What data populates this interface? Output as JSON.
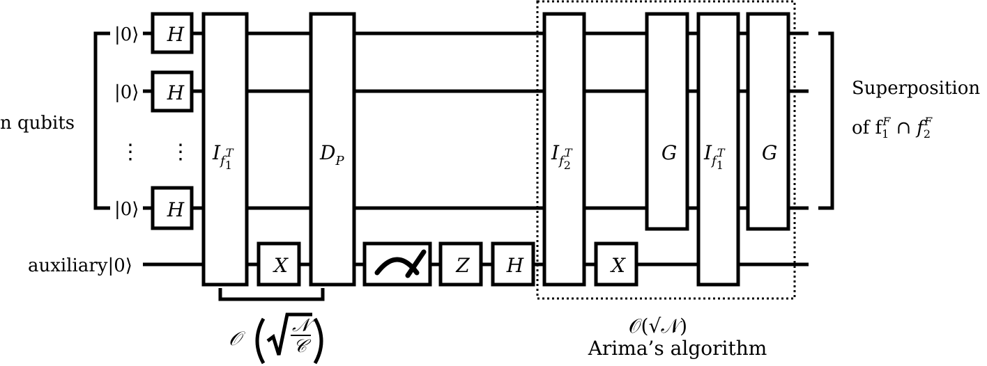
{
  "labels": {
    "n_qubits": "n qubits",
    "ket": "|0⟩",
    "vdots": "⋮",
    "auxiliary": "auxiliary",
    "superposition_line1": "Superposition",
    "superposition_line2": "of f",
    "sup_F": "F",
    "sub_1": "1",
    "sub_2": "2",
    "cap": "∩",
    "f_label": "f"
  },
  "gates": {
    "H": "H",
    "X": "X",
    "Z": "Z",
    "G": "G",
    "I": "I",
    "f": "f",
    "D": "D",
    "P": "P",
    "sub_1": "1",
    "sub_2": "2",
    "sup_T": "T"
  },
  "annotations": {
    "complexity_left_O": "𝒪",
    "complexity_left_N": "𝒩",
    "complexity_left_C": "𝒞",
    "complexity_right": "𝒪(√𝒩)",
    "algorithm_name": "Arima’s algorithm"
  }
}
